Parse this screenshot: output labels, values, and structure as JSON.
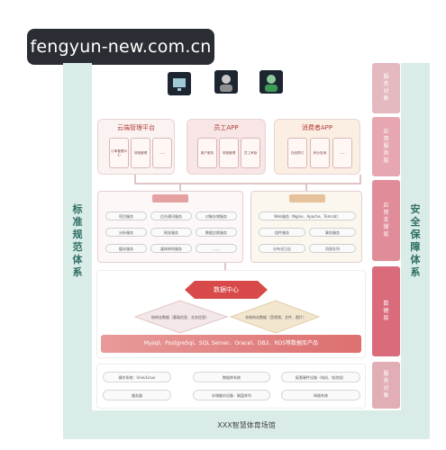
{
  "watermark": "fengyun-new.com.cn",
  "left_label": "标准规范体系",
  "right_label": "安全保障体系",
  "footer": "XXX智慧体育场馆",
  "icons": [
    "monitor-icon",
    "staff-avatar-icon",
    "consumer-avatar-icon"
  ],
  "right_band": [
    {
      "label": "服务对象",
      "color": "#e4b9c0"
    },
    {
      "label": "应用服务层",
      "color": "#e7a7b0"
    },
    {
      "label": "应用支撑层",
      "color": "#e08d99"
    },
    {
      "label": "数据层",
      "color": "#d96b7b"
    },
    {
      "label": "服务对象",
      "color": "#e1aeb6"
    }
  ],
  "apps": [
    {
      "title": "云端管理平台",
      "items": [
        "订单管理中心",
        "场馆管理",
        "……"
      ]
    },
    {
      "title": "员工APP",
      "items": [
        "客户服务",
        "场馆管理",
        "员工考勤"
      ]
    },
    {
      "title": "消费者APP",
      "items": [
        "在线预订",
        "积分查询",
        "……"
      ]
    }
  ],
  "middle_left": {
    "tag": "",
    "services": [
      "项目服务",
      "后台通讯服务",
      "对象存储服务",
      "分析服务",
      "网关服务",
      "数据交换服务",
      "缓存服务",
      "媒体转码服务",
      "……"
    ]
  },
  "middle_right": {
    "tag": "",
    "services": [
      "Web服务（Nginx、Apache、Tomcat）",
      "组件服务",
      "事务服务",
      "分布式日志",
      "消息队列"
    ]
  },
  "hub": "数据中心",
  "structured": "结构化数据（基础信息、业务信息）",
  "unstructured": "非结构化数据（音视频、文件、图片）",
  "db_products": "Mysql、PostgreSql、SQL Server、Oracel、DB2、RDS等数据库产品",
  "infra": {
    "col1": [
      "操作系统：Unix/Linux",
      "服务器"
    ],
    "col2": [
      "数据库系统",
      "存储备份设备：磁盘阵列"
    ],
    "col3": [
      "配套硬件设施（电机、电池组）",
      "网络系统"
    ]
  },
  "colors": {
    "accent": "#d84a4a",
    "frame": "#d9ece8",
    "frame_text": "#2f6d63"
  }
}
